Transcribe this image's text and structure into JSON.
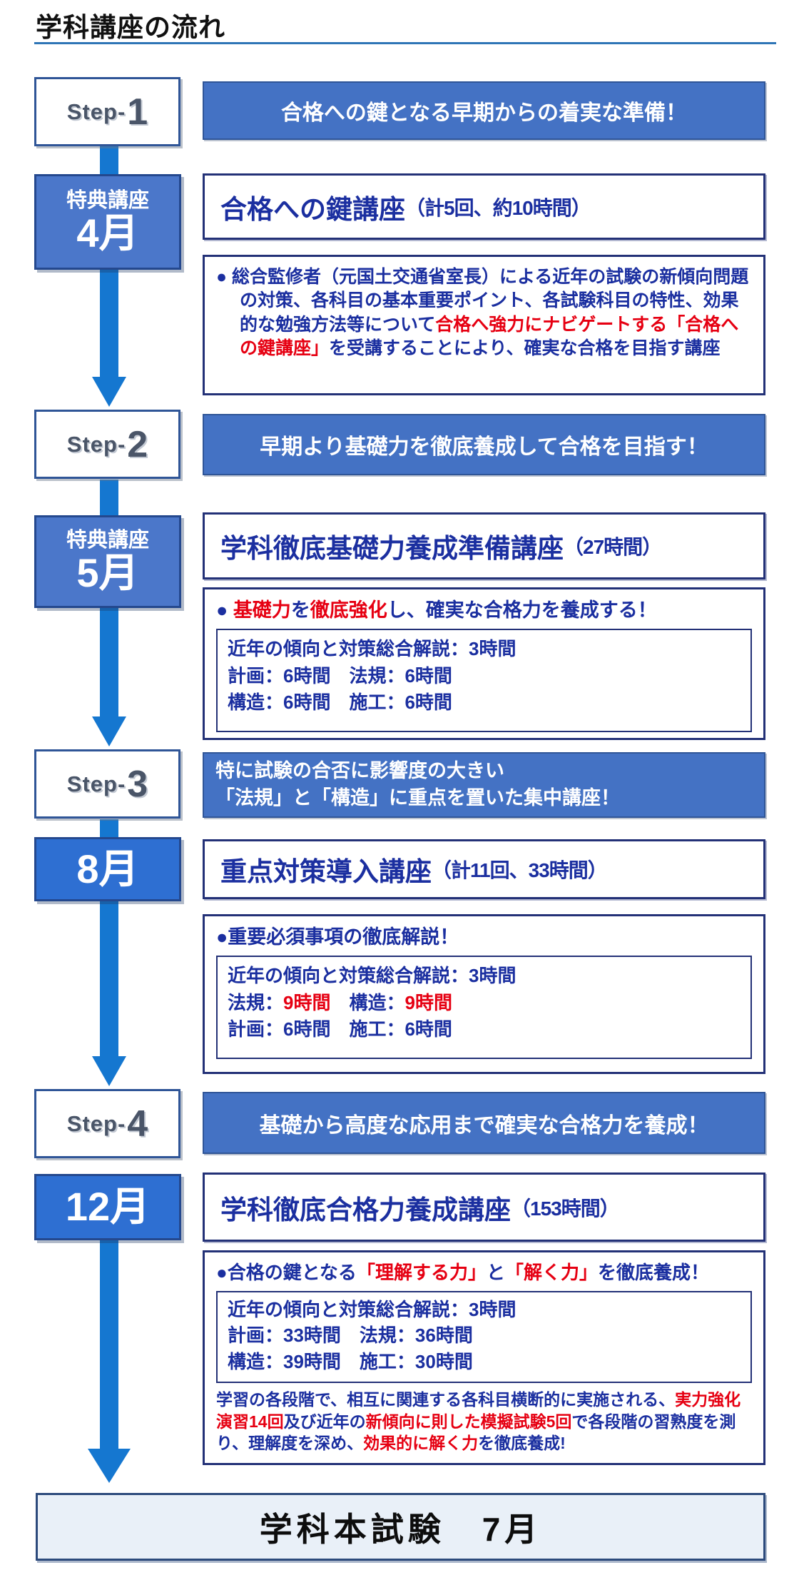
{
  "title": "学科講座の流れ",
  "colors": {
    "banner_blue": "#4472c4",
    "arrow_blue": "#1577d0",
    "navy_text": "#1b2fa0",
    "red_text": "#e60012",
    "month_benefit_fill": "#4b77ca",
    "month_plain_fill": "#2e6fd2",
    "box_border_navy": "#233177",
    "final_fill": "#e9f0f8",
    "title_rule": "#2e75b6"
  },
  "steps": [
    {
      "step_prefix": "Step-",
      "step_number": "1",
      "banner_lines": [
        "合格への鍵となる早期からの着実な準備！"
      ],
      "month_label": "特典講座",
      "month": "4月",
      "heading_main": "合格への鍵講座",
      "heading_sub": "（計5回、約10時間）",
      "body": {
        "paragraph": [
          {
            "t": "● 総合監修者（元国土交通省室長）による近年の試験の新傾向問題の対策、各科目の基本重要ポイント、各試験科目の特性、効果的な勉強方法等について",
            "c": "navy"
          },
          {
            "t": "合格へ強力にナビゲートする「合格への鍵講座」",
            "c": "red"
          },
          {
            "t": "を受講することにより、確実な合格を目指す講座",
            "c": "navy"
          }
        ]
      }
    },
    {
      "step_prefix": "Step-",
      "step_number": "2",
      "banner_lines": [
        "早期より基礎力を徹底養成して合格を目指す！"
      ],
      "month_label": "特典講座",
      "month": "5月",
      "heading_main": "学科徹底基礎力養成準備講座",
      "heading_sub": "（27時間）",
      "body": {
        "bullet": [
          {
            "t": "● ",
            "c": "navy"
          },
          {
            "t": "基礎力",
            "c": "red"
          },
          {
            "t": "を",
            "c": "navy"
          },
          {
            "t": "徹底強化",
            "c": "red"
          },
          {
            "t": "し、確実な合格力を養成する！",
            "c": "navy"
          }
        ],
        "hours": [
          [
            {
              "t": "近年の傾向と対策総合解説：3時間",
              "c": "navy"
            }
          ],
          [
            {
              "t": "計画：6時間　法規：6時間",
              "c": "navy"
            }
          ],
          [
            {
              "t": "構造：6時間　施工：6時間",
              "c": "navy"
            }
          ]
        ]
      }
    },
    {
      "step_prefix": "Step-",
      "step_number": "3",
      "banner_lines": [
        "特に試験の合否に影響度の大きい",
        "「法規」と「構造」に重点を置いた集中講座！"
      ],
      "month_label": "",
      "month": "8月",
      "heading_main": "重点対策導入講座",
      "heading_sub": "（計11回、33時間）",
      "body": {
        "bullet": [
          {
            "t": "●重要必須事項の徹底解説！",
            "c": "navy"
          }
        ],
        "hours": [
          [
            {
              "t": "近年の傾向と対策総合解説：3時間",
              "c": "navy"
            }
          ],
          [
            {
              "t": "法規：",
              "c": "navy"
            },
            {
              "t": "9時間",
              "c": "red"
            },
            {
              "t": "　構造：",
              "c": "navy"
            },
            {
              "t": "9時間",
              "c": "red"
            }
          ],
          [
            {
              "t": "計画：6時間　施工：6時間",
              "c": "navy"
            }
          ]
        ]
      }
    },
    {
      "step_prefix": "Step-",
      "step_number": "4",
      "banner_lines": [
        "基礎から高度な応用まで確実な合格力を養成！"
      ],
      "month_label": "",
      "month": "12月",
      "heading_main": "学科徹底合格力養成講座",
      "heading_sub": "（153時間）",
      "body": {
        "bullet": [
          {
            "t": "●合格の鍵となる",
            "c": "navy"
          },
          {
            "t": "「理解する力」",
            "c": "red"
          },
          {
            "t": "と",
            "c": "navy"
          },
          {
            "t": "「解く力」",
            "c": "red"
          },
          {
            "t": "を徹底養成！",
            "c": "navy"
          }
        ],
        "hours": [
          [
            {
              "t": "近年の傾向と対策総合解説：3時間",
              "c": "navy"
            }
          ],
          [
            {
              "t": "計画：33時間　法規：36時間",
              "c": "navy"
            }
          ],
          [
            {
              "t": "構造：39時間　施工：30時間",
              "c": "navy"
            }
          ]
        ],
        "paragraph": [
          {
            "t": "学習の各段階で、相互に関連する各科目横断的に実施される、",
            "c": "navy"
          },
          {
            "t": "実力強化演習14回",
            "c": "red"
          },
          {
            "t": "及び近年の",
            "c": "navy"
          },
          {
            "t": "新傾向に則した模擬試験5回",
            "c": "red"
          },
          {
            "t": "で各段階の習熟度を測り、理解度を深め、",
            "c": "navy"
          },
          {
            "t": "効果的に解く力",
            "c": "red"
          },
          {
            "t": "を徹底養成!",
            "c": "navy"
          }
        ]
      }
    }
  ],
  "final_label": "学科本試験　7月"
}
